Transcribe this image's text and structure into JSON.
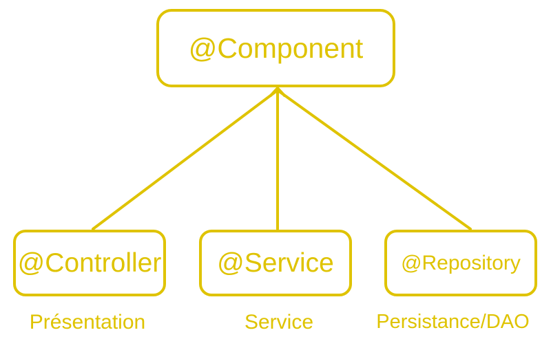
{
  "diagram": {
    "accent_color": "#DFC300",
    "parent": {
      "label": "@Component"
    },
    "children": [
      {
        "label": "@Controller",
        "layer": "Présentation"
      },
      {
        "label": "@Service",
        "layer": "Service"
      },
      {
        "label": "@Repository",
        "layer": "Persistance/DAO"
      }
    ],
    "edges": [
      {
        "from": "@Controller",
        "to": "@Component",
        "arrow": "open"
      },
      {
        "from": "@Service",
        "to": "@Component",
        "arrow": "open"
      },
      {
        "from": "@Repository",
        "to": "@Component",
        "arrow": "open"
      }
    ]
  }
}
